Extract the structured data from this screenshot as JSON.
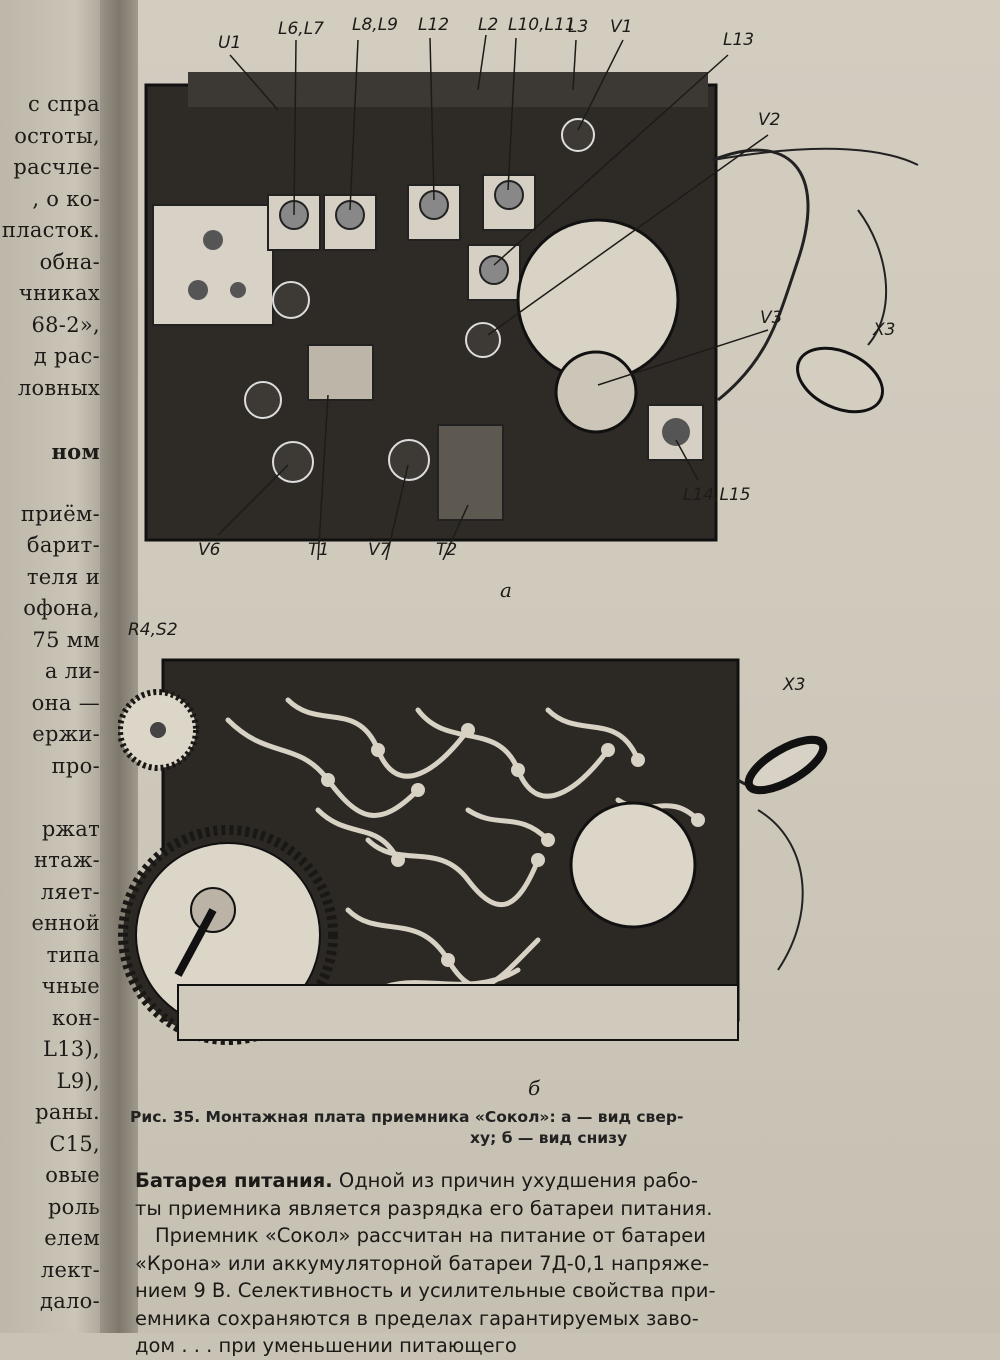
{
  "left_column": {
    "lines": [
      "с спра",
      "остоты,",
      "расчле-",
      ", о ко-",
      "пласток.",
      "обна-",
      "чниках",
      "68-2»,",
      "д рас-",
      "ловных",
      "",
      "ном",
      "",
      "приём-",
      "барит-",
      "теля и",
      "офона,",
      "75 мм",
      "а ли-",
      "она —",
      "ержи-",
      "про-",
      "",
      "ржат",
      "нтаж-",
      "ляет-",
      "енной",
      "типа",
      "чные",
      "кон-",
      "L13),",
      "L9),",
      "раны.",
      "С15,",
      "овые",
      "роль",
      "елем",
      "лект-",
      "дало-"
    ],
    "heading_line_index": 11
  },
  "figure_a": {
    "labels": {
      "u1": "U1",
      "l6l7": "L6,L7",
      "l8l9": "L8,L9",
      "l12": "L12",
      "l2": "L2",
      "l10l11": "L10,L11",
      "l3": "L3",
      "v1": "V1",
      "l13": "L13",
      "v2": "V2",
      "v3": "V3",
      "x3": "X3",
      "l14l15": "L14,L15",
      "v6": "V6",
      "t1": "T1",
      "v7": "V7",
      "t2": "T2"
    },
    "sublabel": "а"
  },
  "figure_b": {
    "labels": {
      "r4s2": "R4,S2",
      "x3": "X3"
    },
    "sublabel": "б"
  },
  "caption": {
    "line1": "Рис. 35. Монтажная плата приемника «Сокол»: а — вид свер-",
    "line2": "ху; б — вид снизу"
  },
  "body": {
    "heading": "Батарея питания.",
    "line1_rest": " Одной из причин  ухудшения рабо-",
    "line2": "ты приемника является разрядка его батареи питания.",
    "line3": "Приемник «Сокол» рассчитан на питание от батареи",
    "line4": "«Крона» или аккумуляторной батареи 7Д-0,1 напряже-",
    "line5": "нием 9 В. Селективность и усилительные свойства при-",
    "line6": "емника сохраняются в пределах гарантируемых заво-",
    "line7": "дом  . . .  при уменьшении питающего"
  }
}
